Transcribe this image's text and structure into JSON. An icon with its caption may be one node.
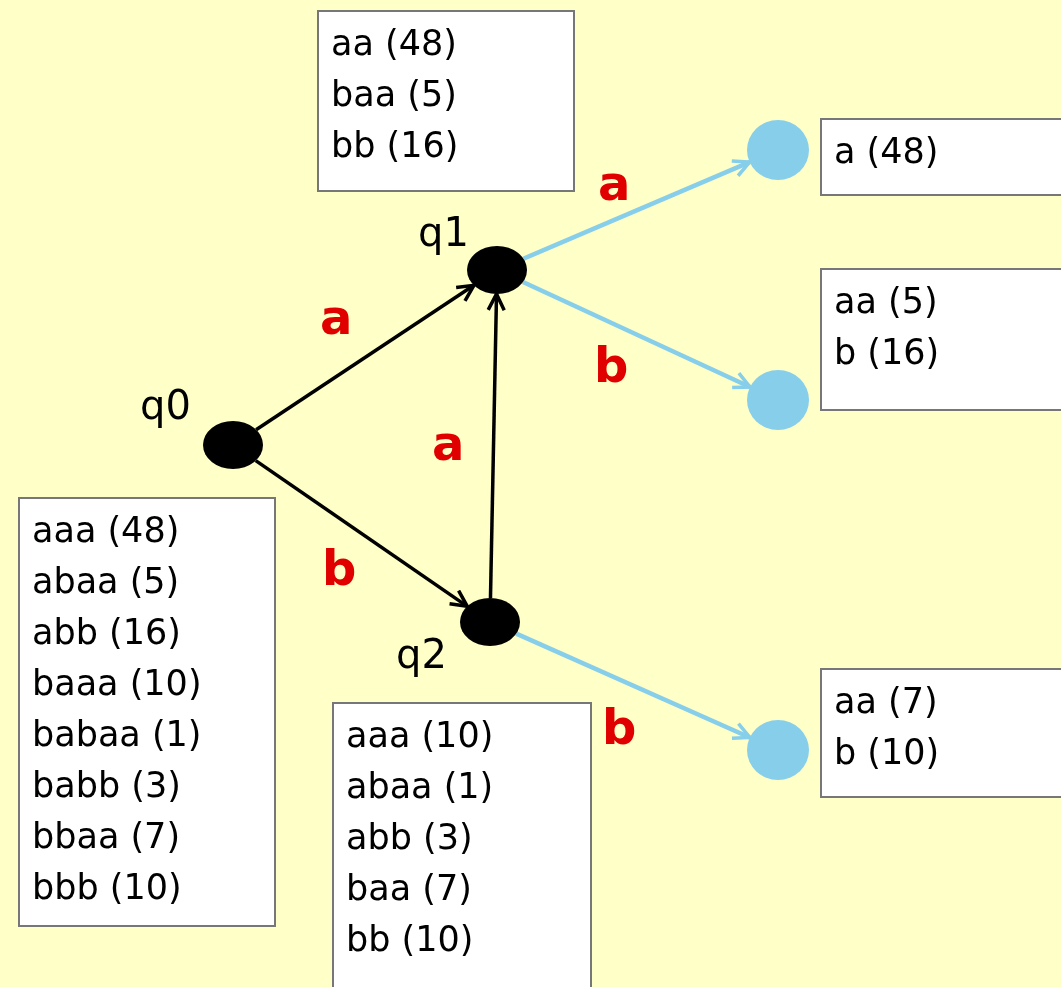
{
  "diagram": {
    "nodes": [
      {
        "text": [],
        "shape": "circle",
        "beside": [
          "q0"
        ]
      },
      {
        "text": [],
        "shape": "circle",
        "beside": [
          "q1"
        ]
      },
      {
        "text": [],
        "shape": "circle",
        "beside": [
          "q2"
        ]
      },
      {
        "text": [],
        "shape": "circle"
      },
      {
        "text": [],
        "shape": "circle"
      },
      {
        "text": [],
        "shape": "circle"
      },
      {
        "text": [
          "aa (48)",
          "baa (5)",
          "bb (16)"
        ]
      },
      {
        "text": [
          "aaa (48)",
          "abaa (5)",
          "abb (16)",
          "baaa (10)",
          "babaa (1)",
          "babb (3)",
          "bbaa (7)",
          "bbb (10)"
        ]
      },
      {
        "text": [
          "aaa (10)",
          "abaa (1)",
          "abb (3)",
          "baa (7)",
          "bb (10)"
        ]
      },
      {
        "text": [
          "a (48)"
        ]
      },
      {
        "text": [
          "aa (5)",
          "b (16)"
        ]
      },
      {
        "text": [
          "aa (7)",
          "b (10)"
        ]
      }
    ],
    "edges": [
      {
        "from": 0,
        "to": 1,
        "arrow": "to",
        "label": "a",
        "color": "#000000"
      },
      {
        "from": 0,
        "to": 2,
        "arrow": "to",
        "label": "b",
        "color": "#000000"
      },
      {
        "from": 2,
        "to": 1,
        "arrow": "to",
        "label": "a",
        "color": "#000000"
      },
      {
        "from": 1,
        "to": 3,
        "arrow": "to",
        "label": "a",
        "color": "#87ceeb"
      },
      {
        "from": 1,
        "to": 4,
        "arrow": "to",
        "label": "b",
        "color": "#87ceeb"
      },
      {
        "from": 2,
        "to": 5,
        "arrow": "to",
        "label": "b",
        "color": "#87ceeb"
      }
    ]
  }
}
